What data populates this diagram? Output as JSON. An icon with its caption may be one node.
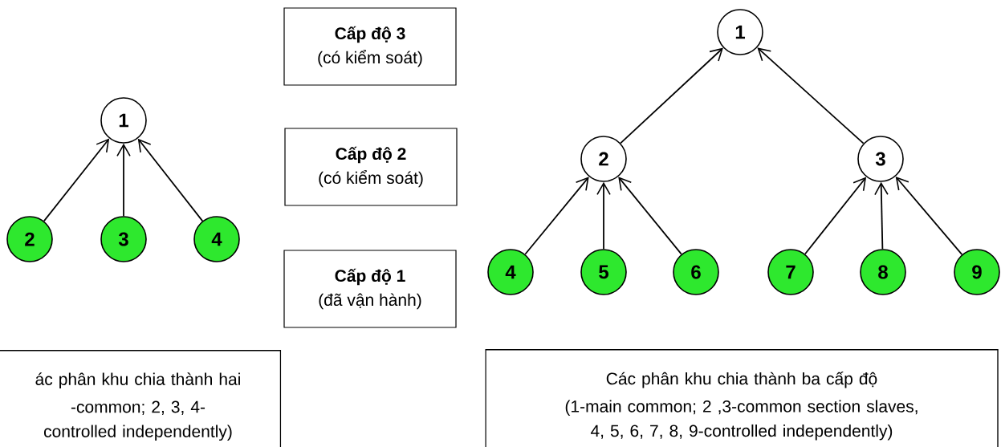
{
  "diagram": {
    "nodes": [
      {
        "text": [
          "1"
        ]
      },
      {
        "text": [
          "2"
        ]
      },
      {
        "text": [
          "3"
        ]
      },
      {
        "text": [
          "4"
        ]
      },
      {
        "text": [
          "Cấp độ 3",
          "(có kiểm soát)"
        ]
      },
      {
        "text": [
          "Cấp độ 2",
          "(có kiểm soát)"
        ]
      },
      {
        "text": [
          "Cấp độ 1",
          "(đã vận hành)"
        ]
      },
      {
        "text": [
          "1"
        ]
      },
      {
        "text": [
          "2"
        ]
      },
      {
        "text": [
          "3"
        ]
      },
      {
        "text": [
          "4"
        ]
      },
      {
        "text": [
          "5"
        ]
      },
      {
        "text": [
          "6"
        ]
      },
      {
        "text": [
          "7"
        ]
      },
      {
        "text": [
          "8"
        ]
      },
      {
        "text": [
          "9"
        ]
      },
      {
        "text": [
          "ác phân khu chia thành hai",
          "-common; 2, 3, 4-controlled independently)"
        ]
      },
      {
        "text": [
          "Các phân khu chia thành ba cấp độ",
          "(1-main common; 2 ,3-common section slaves, 4, 5, 6, 7, 8, 9-controlled independently)"
        ]
      }
    ],
    "edges": [
      {
        "from": 1,
        "to": 0,
        "arrow": "to"
      },
      {
        "from": 2,
        "to": 0,
        "arrow": "to"
      },
      {
        "from": 3,
        "to": 0,
        "arrow": "to"
      },
      {
        "from": 8,
        "to": 7,
        "arrow": "to"
      },
      {
        "from": 9,
        "to": 7,
        "arrow": "to"
      },
      {
        "from": 10,
        "to": 8,
        "arrow": "to"
      },
      {
        "from": 11,
        "to": 8,
        "arrow": "to"
      },
      {
        "from": 12,
        "to": 8,
        "arrow": "to"
      },
      {
        "from": 13,
        "to": 9,
        "arrow": "to"
      },
      {
        "from": 14,
        "to": 9,
        "arrow": "to"
      },
      {
        "from": 15,
        "to": 9,
        "arrow": "to"
      }
    ]
  }
}
